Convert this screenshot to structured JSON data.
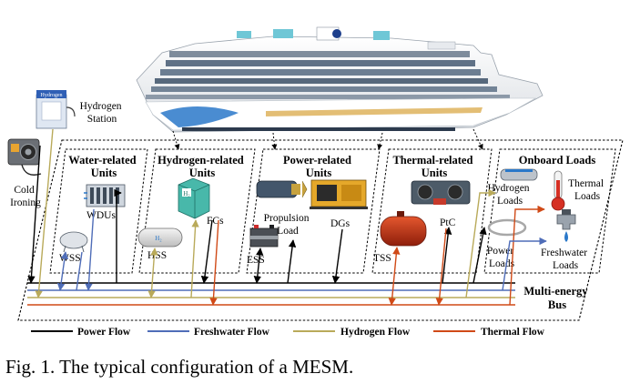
{
  "groups": {
    "water": [
      "Water-related",
      "Units"
    ],
    "hydrogen": [
      "Hydrogen-related",
      "Units"
    ],
    "power": [
      "Power-related",
      "Units"
    ],
    "thermal": [
      "Thermal-related",
      "Units"
    ],
    "onboard": [
      "Onboard Loads"
    ]
  },
  "components": {
    "hydrogen_station": [
      "Hydrogen",
      "Station"
    ],
    "station_sign": "Hydrogen",
    "cold_ironing": [
      "Cold",
      "Ironing"
    ],
    "wdus": "WDUs",
    "wss": "WSS",
    "fcs": "FCs",
    "hss": "HSS",
    "propulsion_load": [
      "Propulsion",
      "Load"
    ],
    "dgs": "DGs",
    "ess": "ESS",
    "ptc": "PtC",
    "tss": "TSS",
    "hydrogen_loads": [
      "Hydrogen",
      "Loads"
    ],
    "thermal_loads": [
      "Thermal",
      "Loads"
    ],
    "power_loads": [
      "Power",
      "Loads"
    ],
    "freshwater_loads": [
      "Freshwater",
      "Loads"
    ]
  },
  "bus_label": [
    "Multi-energy",
    "Bus"
  ],
  "legend": [
    {
      "label": "Power Flow",
      "color": "#000000"
    },
    {
      "label": "Freshwater Flow",
      "color": "#4f6db8"
    },
    {
      "label": "Hydrogen Flow",
      "color": "#b9aa5a"
    },
    {
      "label": "Thermal Flow",
      "color": "#d04a17"
    }
  ],
  "caption": "Fig. 1. The typical configuration of a MESM."
}
